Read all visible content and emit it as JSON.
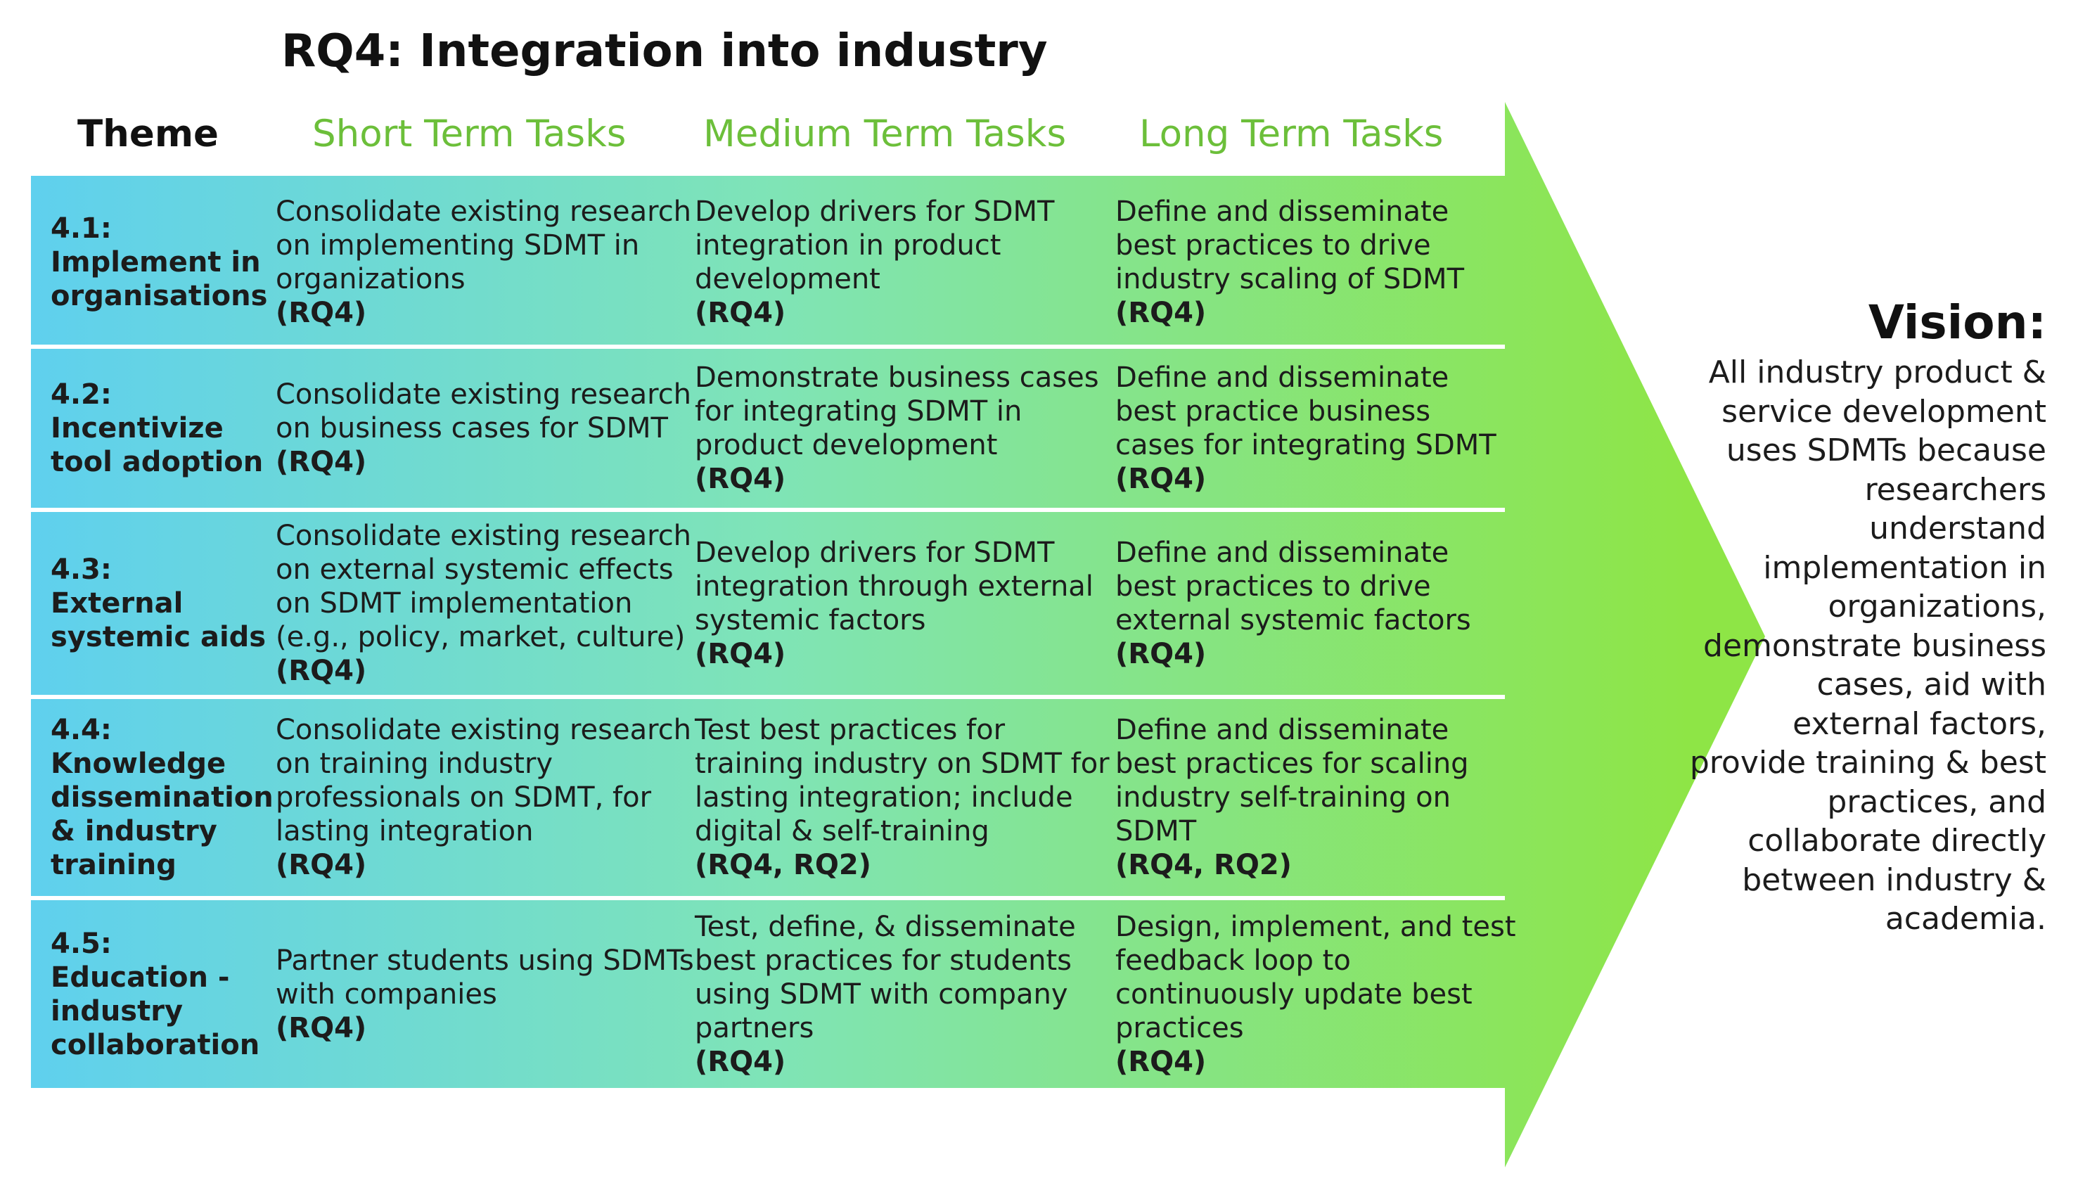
{
  "title": "RQ4: Integration into industry",
  "headers": {
    "theme": "Theme",
    "short": "Short Term Tasks",
    "medium": "Medium Term Tasks",
    "long": "Long Term Tasks"
  },
  "colors": {
    "header_green": "#6cbf3a",
    "gradient_start": "#5fd0ee",
    "gradient_mid": "#7fe4b6",
    "gradient_end": "#8ee546",
    "arrow_head": "#8ee546",
    "row_separator": "#ffffff"
  },
  "rows": [
    {
      "theme": "4.1:\nImplement in organisations",
      "short": {
        "text": "Consolidate existing research on implementing SDMT in organizations",
        "rq": "(RQ4)"
      },
      "medium": {
        "text": "Develop drivers for SDMT integration in product development",
        "rq": "(RQ4)"
      },
      "long": {
        "text": "Define and disseminate best practices to drive industry scaling of SDMT",
        "rq": "(RQ4)"
      }
    },
    {
      "theme": "4.2:\nIncentivize tool adoption",
      "short": {
        "text": "Consolidate existing research on business cases for SDMT",
        "rq": "(RQ4)"
      },
      "medium": {
        "text": "Demonstrate business cases for integrating SDMT in product development",
        "rq": "(RQ4)"
      },
      "long": {
        "text": "Define and disseminate best practice business cases for integrating SDMT",
        "rq": "(RQ4)"
      }
    },
    {
      "theme": "4.3:\nExternal systemic aids",
      "short": {
        "text": "Consolidate existing research on external systemic effects on SDMT implementation (e.g., policy, market, culture)",
        "rq": "(RQ4)"
      },
      "medium": {
        "text": "Develop drivers for SDMT integration through external systemic factors",
        "rq": "(RQ4)"
      },
      "long": {
        "text": "Define and disseminate best practices to drive external systemic factors",
        "rq": "(RQ4)"
      }
    },
    {
      "theme": "4.4:\nKnowledge dissemination & industry training",
      "short": {
        "text": "Consolidate existing research on training industry professionals on SDMT, for lasting integration",
        "rq": "(RQ4)"
      },
      "medium": {
        "text": "Test best practices for training industry on SDMT for lasting integration; include digital & self-training",
        "rq": "(RQ4, RQ2)"
      },
      "long": {
        "text": "Define and disseminate best practices for scaling industry self-training on SDMT",
        "rq": "(RQ4, RQ2)"
      }
    },
    {
      "theme": "4.5:\nEducation - industry collaboration",
      "short": {
        "text": "Partner students using SDMTs with companies",
        "rq": "(RQ4)"
      },
      "medium": {
        "text": "Test, define, & disseminate best practices for students using SDMT with company partners",
        "rq": "(RQ4)"
      },
      "long": {
        "text": "Design, implement, and test feedback loop to continuously update best practices",
        "rq": "(RQ4)"
      }
    }
  ],
  "vision": {
    "title": "Vision:",
    "text": "All industry product & service development uses SDMTs because researchers understand implementation in organizations, demonstrate business cases, aid with external factors, provide training & best practices, and collaborate directly between industry & academia."
  }
}
